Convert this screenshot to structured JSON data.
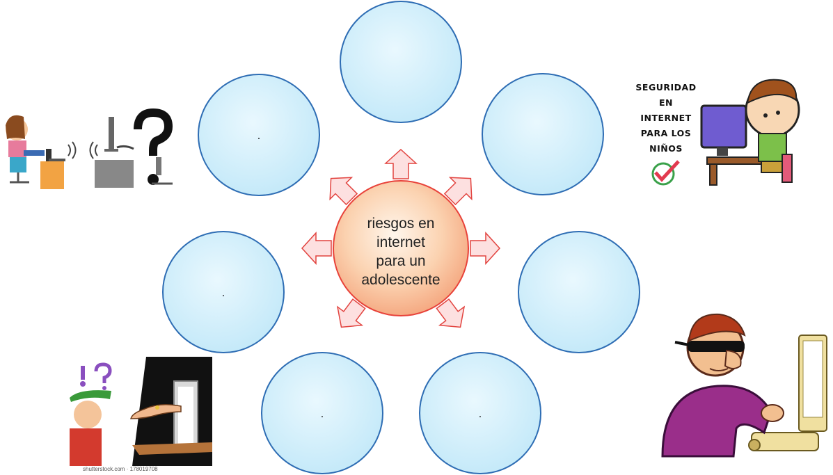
{
  "diagram": {
    "center": {
      "lines": [
        "riesgos en",
        "internet",
        "para un",
        "adolescente"
      ]
    },
    "nodes": [
      {
        "id": "top",
        "label": ""
      },
      {
        "id": "upper-left",
        "label": "."
      },
      {
        "id": "upper-right",
        "label": ""
      },
      {
        "id": "left",
        "label": "."
      },
      {
        "id": "right",
        "label": ""
      },
      {
        "id": "lower-left",
        "label": "."
      },
      {
        "id": "lower-right",
        "label": "."
      }
    ],
    "colors": {
      "node_fill": "#cdeefb",
      "node_stroke": "#2e6db4",
      "center_fill": "#f8b98e",
      "center_stroke": "#e8423a",
      "arrow_fill": "#fde0e0",
      "arrow_stroke": "#e2433f"
    }
  },
  "clipart": {
    "safety_sign": [
      "SEGURIDAD",
      "EN",
      "INTERNET",
      "PARA LOS",
      "NIÑOS"
    ],
    "stock_caption": "shutterstock.com · 178019708"
  }
}
